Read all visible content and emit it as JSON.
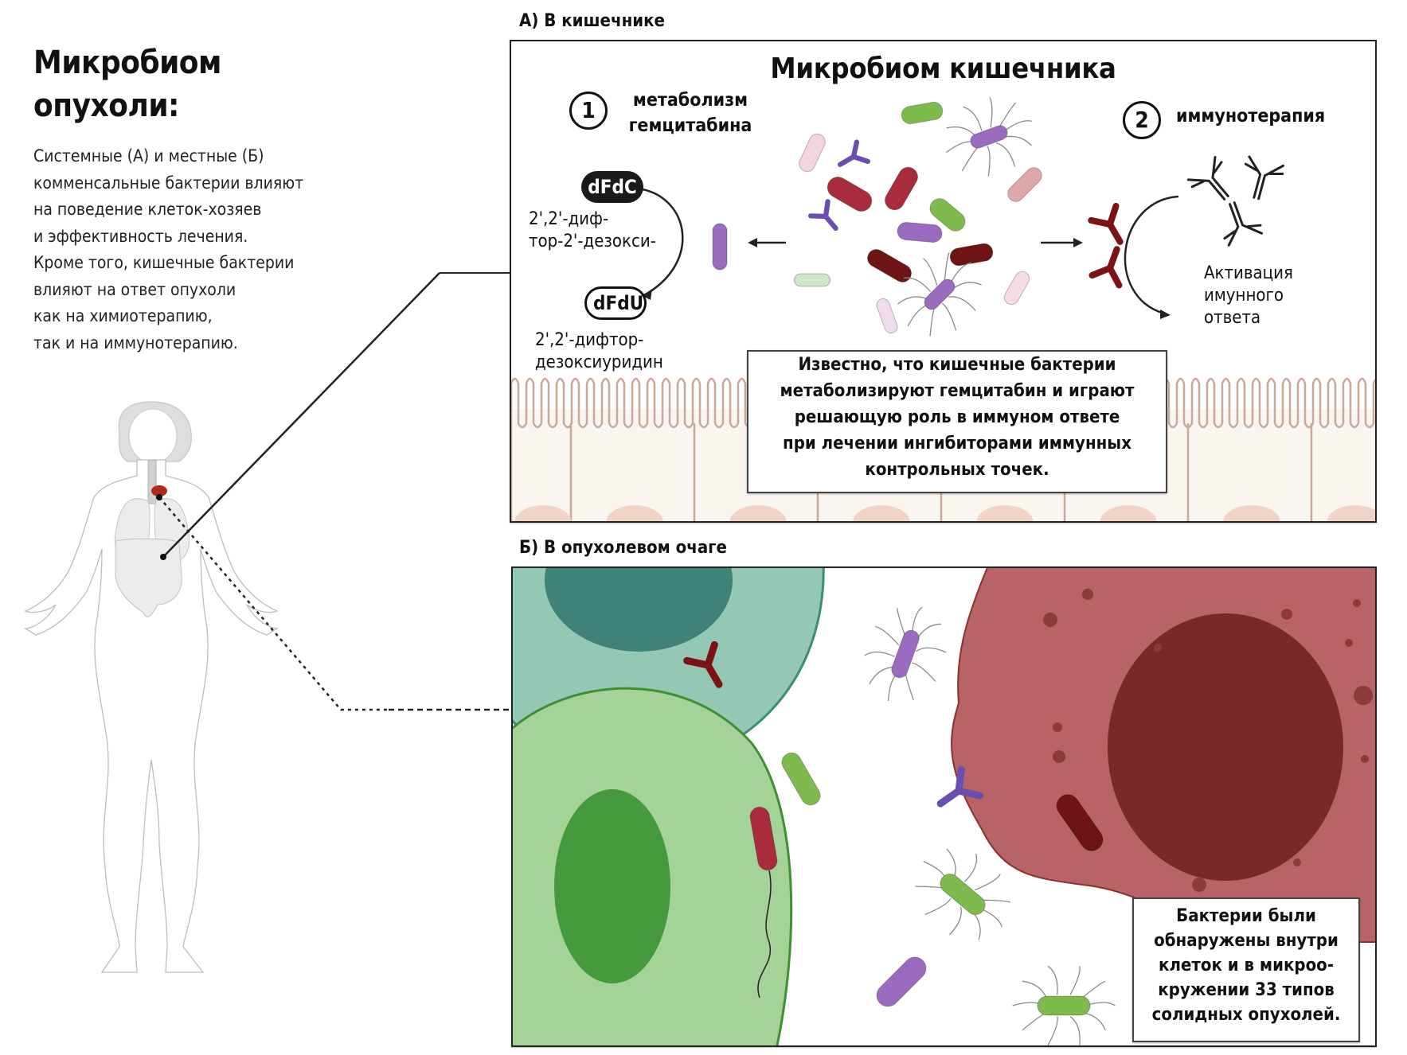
{
  "intro": {
    "title_lines": [
      "Микробиом",
      "опухоли:"
    ],
    "description_lines": [
      "Системные (А) и местные (Б)",
      "комменсальные бактерии влияют",
      "на поведение клеток-хозяев",
      "и эффективность лечения.",
      "Кроме того, кишечные бактерии",
      "влияют на ответ опухоли",
      "как на химиотерапию,",
      "так и на иммунотерапию."
    ]
  },
  "panel_a": {
    "label": "А) В кишечнике",
    "heading": "Микробиом кишечника",
    "step1": {
      "number": "1",
      "title_lines": [
        "метаболизм",
        "гемцитабина"
      ],
      "drug_from": "dFdC",
      "drug_from_name_lines": [
        "2',2'-диф-",
        "тор-2'-дезокси-"
      ],
      "drug_to": "dFdU",
      "drug_to_name_lines": [
        "2',2'-дифтор-",
        "дезоксиуридин"
      ]
    },
    "step2": {
      "number": "2",
      "title": "иммунотерапия",
      "result_lines": [
        "Активация",
        "имунного",
        "ответа"
      ]
    },
    "info_lines": [
      "Известно, что кишечные бактерии",
      "метаболизируют гемцитабин и играют",
      "решающую роль в иммуном ответе",
      "при лечении ингибиторами иммунных",
      "контрольных точек."
    ]
  },
  "panel_b": {
    "label": "Б) В опухолевом очаге",
    "info_lines": [
      "Бактерии были",
      "обнаружены внутри",
      "клеток и в микроо-",
      "кружении 33 типов",
      "солидных опухолей."
    ]
  },
  "colors": {
    "bacteria_purple": "#9b6bc0",
    "bacteria_green": "#7dbb4e",
    "bacteria_red": "#a82c3c",
    "bacteria_darkred": "#6e1414",
    "antibody_purple": "#6a4fb0",
    "antibody_red": "#7a1414",
    "teal_cell": "#95c8b4",
    "teal_nucleus": "#3e8278",
    "green_cell": "#a5d296",
    "green_nucleus": "#459a3e",
    "tumor_cell": "#b86466",
    "tumor_nucleus": "#7a2a26",
    "villi": "#c8a898",
    "epithelium": "#fbf5ef"
  }
}
